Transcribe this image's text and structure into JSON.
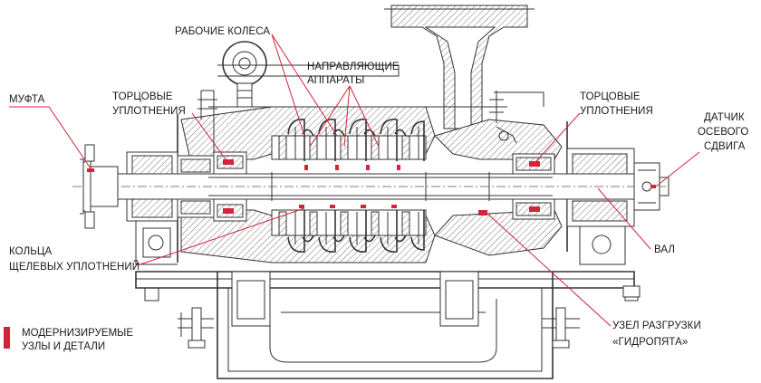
{
  "colors": {
    "accent": "#d4243a",
    "line": "#333333",
    "background": "#ffffff"
  },
  "labels": {
    "mufta": "МУФТА",
    "tortsovye_left_1": "ТОРЦОВЫЕ",
    "tortsovye_left_2": "УПЛОТНЕНИЯ",
    "rabochie_kolesa": "РАБОЧИЕ КОЛЕСА",
    "napravlyayushchie_1": "НАПРАВЛЯЮЩИЕ",
    "napravlyayushchie_2": "АППАРАТЫ",
    "tortsovye_right_1": "ТОРЦОВЫЕ",
    "tortsovye_right_2": "УПЛОТНЕНИЯ",
    "datchik_1": "ДАТЧИК",
    "datchik_2": "ОСЕВОГО",
    "datchik_3": "СДВИГА",
    "koltsa_1": "КОЛЬЦА",
    "koltsa_2": "ЩЕЛЕВЫХ УПЛОТНЕНИЙ",
    "val": "ВАЛ",
    "uzel_1": "УЗЕЛ РАЗГРУЗКИ",
    "uzel_2": "«ГИДРОПЯТА»"
  },
  "legend": {
    "line1": "МОДЕРНИЗИРУЕМЫЕ",
    "line2": "УЗЛЫ И ДЕТАЛИ"
  }
}
